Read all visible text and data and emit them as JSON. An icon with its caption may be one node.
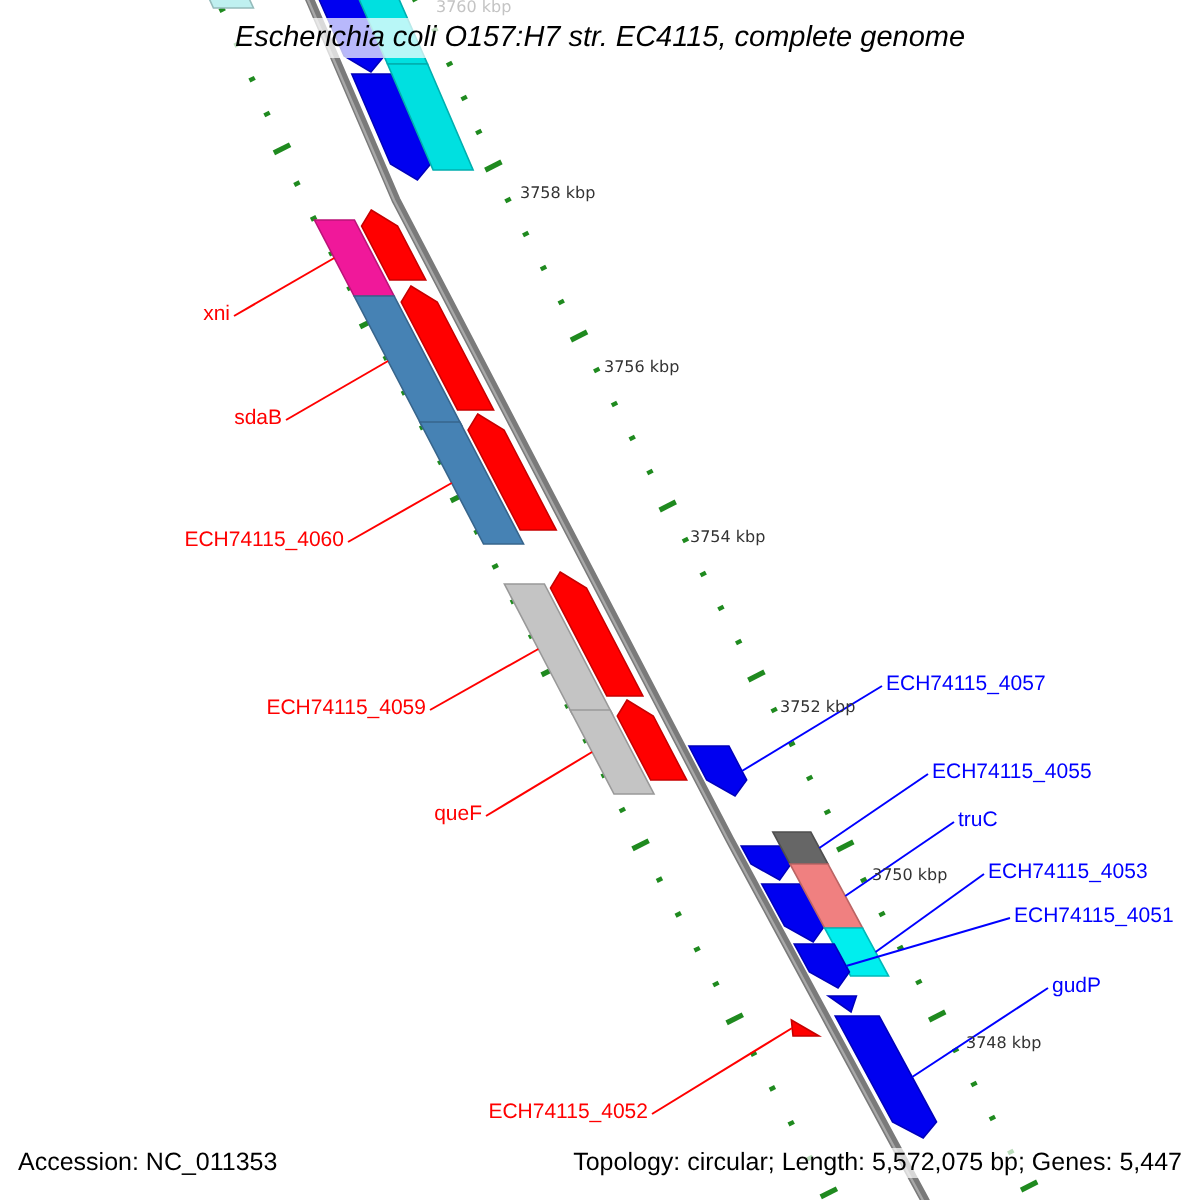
{
  "diagram": {
    "title": "Escherichia coli O157:H7 str. EC4115, complete genome",
    "nodes": [
      {
        "text": [
          "xni"
        ]
      },
      {
        "text": [
          "sdaB"
        ]
      },
      {
        "text": [
          "ECH74115_4060"
        ]
      },
      {
        "text": [
          "ECH74115_4059"
        ]
      },
      {
        "text": [
          "queF"
        ]
      },
      {
        "text": [
          "ECH74115_4052"
        ]
      },
      {
        "text": [
          "ECH74115_4057"
        ]
      },
      {
        "text": [
          "ECH74115_4055"
        ]
      },
      {
        "text": [
          "truC"
        ]
      },
      {
        "text": [
          "ECH74115_4053"
        ]
      },
      {
        "text": [
          "ECH74115_4051"
        ]
      },
      {
        "text": [
          "gudP"
        ]
      },
      {
        "text": [],
        "shape": "bar"
      },
      {
        "text": [],
        "shape": "bar"
      },
      {
        "text": [],
        "shape": "bar"
      },
      {
        "text": [],
        "shape": "bar"
      },
      {
        "text": [],
        "shape": "bar"
      },
      {
        "text": [],
        "shape": "bar"
      },
      {
        "text": [],
        "shape": "bar"
      },
      {
        "text": [],
        "shape": "bar"
      },
      {
        "text": [],
        "shape": "bar"
      },
      {
        "text": [],
        "shape": "bar"
      },
      {
        "text": [],
        "shape": "bar"
      },
      {
        "text": [],
        "shape": "bar"
      }
    ],
    "edges": [
      {
        "from": 0,
        "to": 12,
        "arrow": "none",
        "color": "#ff0000"
      },
      {
        "from": 1,
        "to": 13,
        "arrow": "none",
        "color": "#ff0000"
      },
      {
        "from": 2,
        "to": 14,
        "arrow": "none",
        "color": "#ff0000"
      },
      {
        "from": 3,
        "to": 15,
        "arrow": "none",
        "color": "#ff0000"
      },
      {
        "from": 4,
        "to": 16,
        "arrow": "none",
        "color": "#ff0000"
      },
      {
        "from": 5,
        "to": 17,
        "arrow": "none",
        "color": "#ff0000"
      },
      {
        "from": 6,
        "to": 18,
        "arrow": "none",
        "color": "#0000ff"
      },
      {
        "from": 7,
        "to": 19,
        "arrow": "none",
        "color": "#0000ff"
      },
      {
        "from": 8,
        "to": 20,
        "arrow": "none",
        "color": "#0000ff"
      },
      {
        "from": 9,
        "to": 21,
        "arrow": "none",
        "color": "#0000ff"
      },
      {
        "from": 10,
        "to": 22,
        "arrow": "none",
        "color": "#0000ff"
      },
      {
        "from": 11,
        "to": 23,
        "arrow": "none",
        "color": "#0000ff"
      }
    ],
    "labels": [
      "3760 kbp",
      "3758 kbp",
      "3756 kbp",
      "3754 kbp",
      "3752 kbp",
      "3750 kbp",
      "3748 kbp",
      "Accession: NC_011353",
      "Topology: circular; Length: 5,572,075 bp; Genes: 5,447"
    ]
  }
}
